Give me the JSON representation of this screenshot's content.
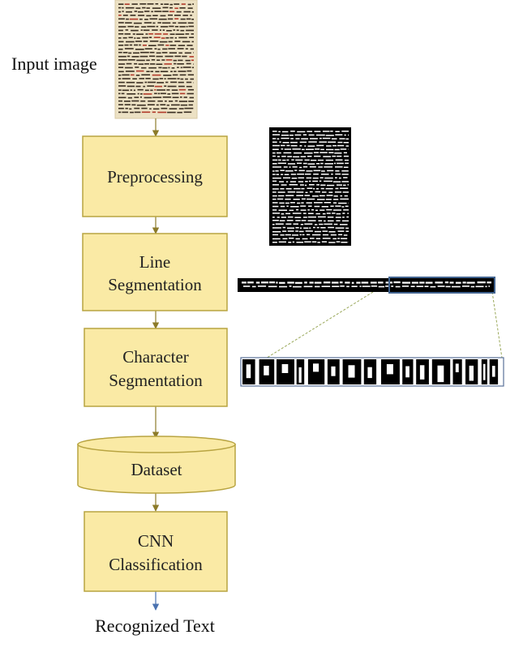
{
  "labels": {
    "input": "Input image",
    "output": "Recognized Text"
  },
  "steps": [
    {
      "id": "preprocessing",
      "lines": [
        "Preprocessing"
      ]
    },
    {
      "id": "line-segmentation",
      "lines": [
        "Line",
        "Segmentation"
      ]
    },
    {
      "id": "character-segmentation",
      "lines": [
        "Character",
        "Segmentation"
      ]
    },
    {
      "id": "dataset",
      "lines": [
        "Dataset"
      ]
    },
    {
      "id": "cnn-classification",
      "lines": [
        "CNN",
        "Classification"
      ]
    }
  ],
  "colors": {
    "box_fill": "#faeaa5",
    "box_stroke": "#b8a441",
    "arrow": "#8c7b2a",
    "final_arrow": "#4a72b0",
    "manuscript_bg": "#ece1c4",
    "binary_bg": "#000000",
    "zoom_frame": "#41638f",
    "guide_line": "#9aa85a"
  },
  "icons": {
    "input_thumbnail": "manuscript-page-icon",
    "binarized_thumbnail": "binarized-page-icon",
    "line_strip": "text-line-strip",
    "char_strip": "character-segments-strip"
  }
}
